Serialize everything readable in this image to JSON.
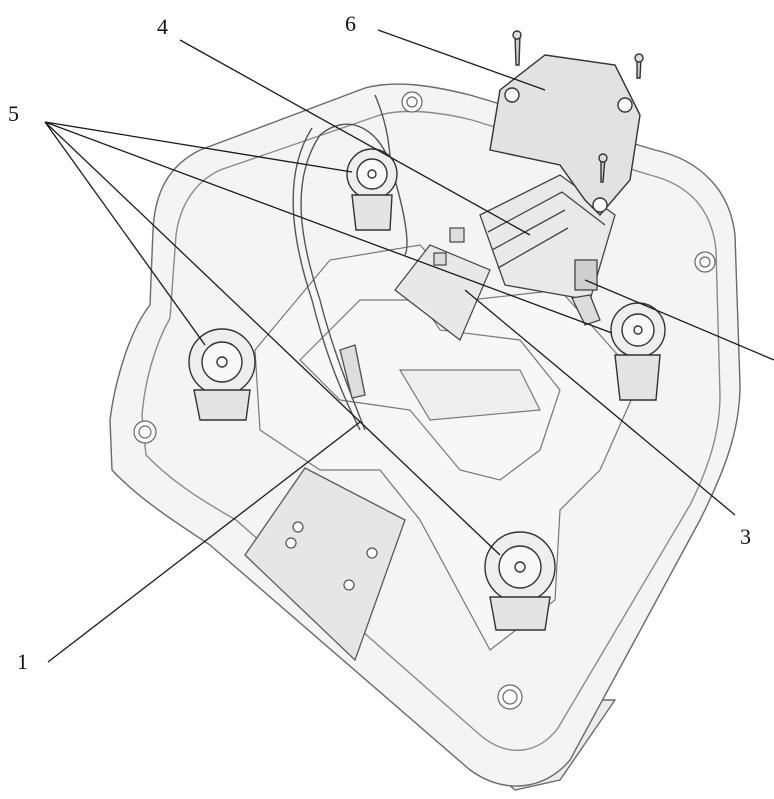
{
  "diagram": {
    "callouts": [
      {
        "id": "c1",
        "label": "1"
      },
      {
        "id": "c3",
        "label": "3"
      },
      {
        "id": "c4",
        "label": "4"
      },
      {
        "id": "c5",
        "label": "5"
      },
      {
        "id": "c6",
        "label": "6"
      }
    ],
    "colors": {
      "line": "#1a1a1a",
      "body_fill": "#f4f4f4",
      "body_edge": "#6a6a6a",
      "panel_fill": "#e6e6e6"
    }
  }
}
